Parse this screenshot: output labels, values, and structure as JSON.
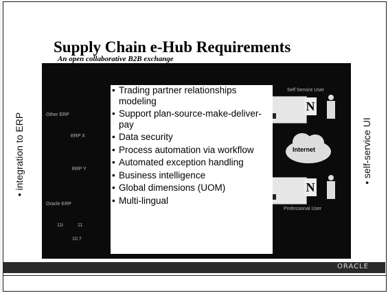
{
  "slide": {
    "title": "Supply Chain e-Hub Requirements",
    "subtitle": "An open collaborative B2B exchange",
    "left_side_label": "• integration to ERP",
    "right_side_label": "• self-service UI",
    "oracle_logo": "ORACLE"
  },
  "diagram": {
    "other_erp": "Other ERP",
    "erp_x": "ERP X",
    "erp_y": "ERP Y",
    "oracle_erp": "Oracle ERP",
    "v11i": "11i",
    "v11": "11",
    "v107": "10.7",
    "self_service_user": "Self Service User",
    "professional_user": "Professional User",
    "internet": "Internet",
    "n_mark": "N",
    "requirements": [
      "Trading partner relationships modeling",
      "Support plan-source-make-deliver-pay",
      "Data security",
      "Process automation via workflow",
      "Automated exception handling",
      "Business intelligence",
      "Global dimensions (UOM)",
      "Multi-lingual"
    ]
  }
}
